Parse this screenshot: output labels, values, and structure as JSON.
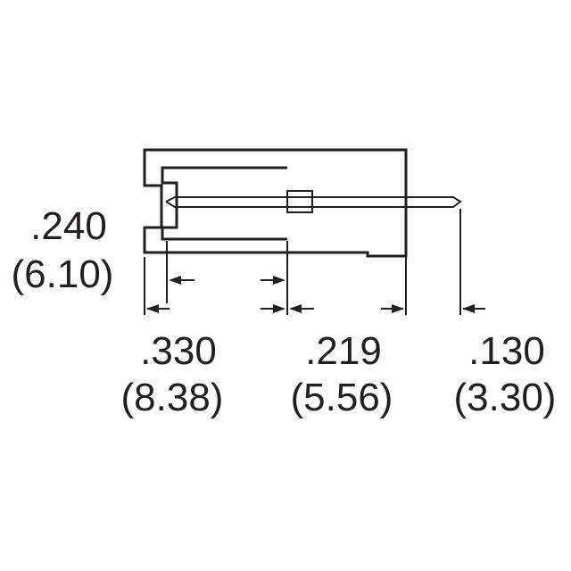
{
  "dimensions": {
    "height": {
      "inch": ".240",
      "mm": "(6.10)"
    },
    "body_length": {
      "inch": ".330",
      "mm": "(8.38)"
    },
    "mid_length": {
      "inch": ".219",
      "mm": "(5.56)"
    },
    "pin_length": {
      "inch": ".130",
      "mm": "(3.30)"
    }
  },
  "colors": {
    "line": "#231f20",
    "background": "#ffffff"
  }
}
